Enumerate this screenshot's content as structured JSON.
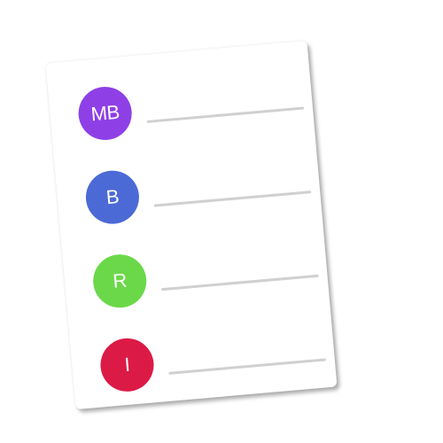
{
  "list": {
    "items": [
      {
        "initials": "MB",
        "color": "#8e3fe6"
      },
      {
        "initials": "B",
        "color": "#4c6ad6"
      },
      {
        "initials": "R",
        "color": "#6bd84a"
      },
      {
        "initials": "I",
        "color": "#dc1a46"
      }
    ]
  }
}
